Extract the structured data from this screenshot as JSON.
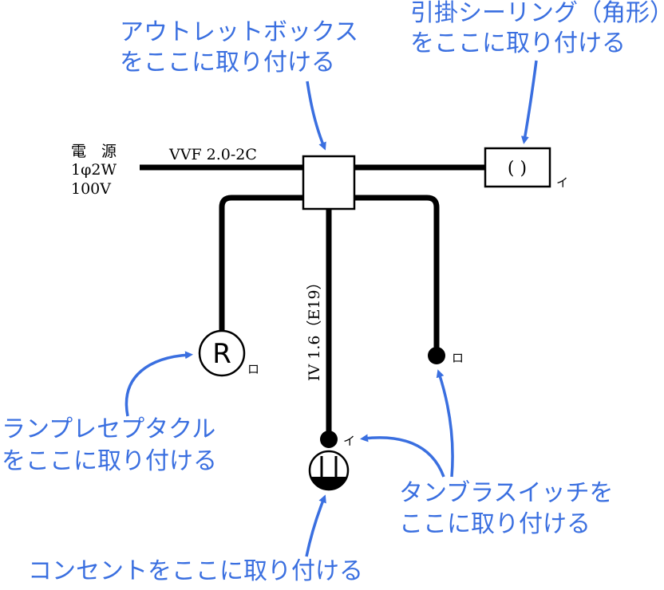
{
  "power": {
    "line1": "電　源",
    "line2": "1φ2W",
    "line3": "100V"
  },
  "cable_main": "VVF 2.0-2C",
  "cable_vertical": "IV 1.6（E19）",
  "fixtures": {
    "ceiling_symbol": "( )",
    "ceiling_mark": "イ",
    "receptacle_symbol": "R",
    "receptacle_mark": "ロ",
    "switch_ro_mark": "ロ",
    "switch_i_mark": "イ"
  },
  "callouts": {
    "outlet_box": [
      "アウトレットボックス",
      "をここに取り付ける"
    ],
    "ceiling": [
      "引掛シーリング（角形）",
      "をここに取り付ける"
    ],
    "receptacle": [
      "ランプレセプタクル",
      "をここに取り付ける"
    ],
    "switch": [
      "タンブラスイッチを",
      "ここに取り付ける"
    ],
    "outlet": [
      "コンセントをここに取り付ける"
    ]
  },
  "colors": {
    "annotation": "#3a6fe0",
    "wire": "#000000"
  }
}
